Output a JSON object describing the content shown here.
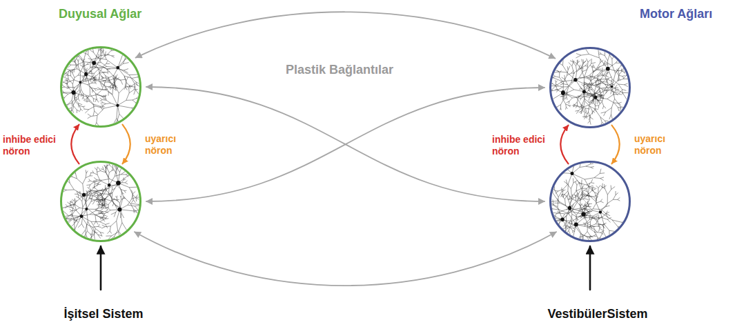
{
  "diagram": {
    "nodes": [
      {
        "text": [
          "Duyusal Ağlar"
        ]
      },
      {
        "text": [
          "Motor Ağları"
        ]
      },
      {
        "text": []
      },
      {
        "text": []
      },
      {
        "text": [
          "İşitsel Sistem"
        ]
      },
      {
        "text": [
          "VestibülerSistem"
        ]
      }
    ],
    "edges": [
      {
        "from": 2,
        "to": 0,
        "label": "inhibe edici nöron",
        "arrow": "to"
      },
      {
        "from": 0,
        "to": 2,
        "label": "uyarıcı nöron",
        "arrow": "to"
      },
      {
        "from": 3,
        "to": 1,
        "label": "inhibe edici nöron",
        "arrow": "to"
      },
      {
        "from": 1,
        "to": 3,
        "label": "uyarıcı nöron",
        "arrow": "to"
      },
      {
        "from": 0,
        "to": 1,
        "arrow": "both"
      },
      {
        "from": 0,
        "to": 3,
        "arrow": "both"
      },
      {
        "from": 2,
        "to": 1,
        "arrow": "both"
      },
      {
        "from": 2,
        "to": 3,
        "arrow": "both"
      },
      {
        "from": 4,
        "to": 2,
        "arrow": "to"
      },
      {
        "from": 5,
        "to": 3,
        "arrow": "to"
      }
    ],
    "labels": [
      "Plastik Bağlantılar"
    ]
  }
}
